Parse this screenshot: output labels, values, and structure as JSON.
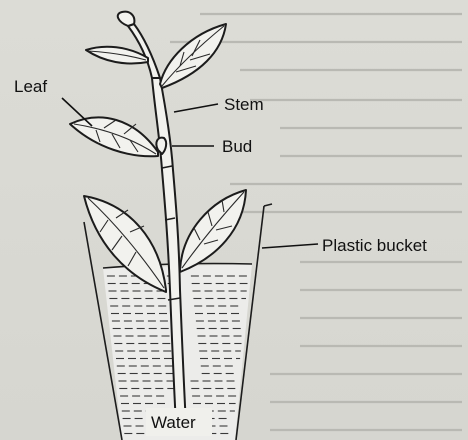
{
  "diagram": {
    "labels": {
      "leaf": "Leaf",
      "stem": "Stem",
      "bud": "Bud",
      "bucket": "Plastic bucket",
      "water": "Water"
    }
  }
}
